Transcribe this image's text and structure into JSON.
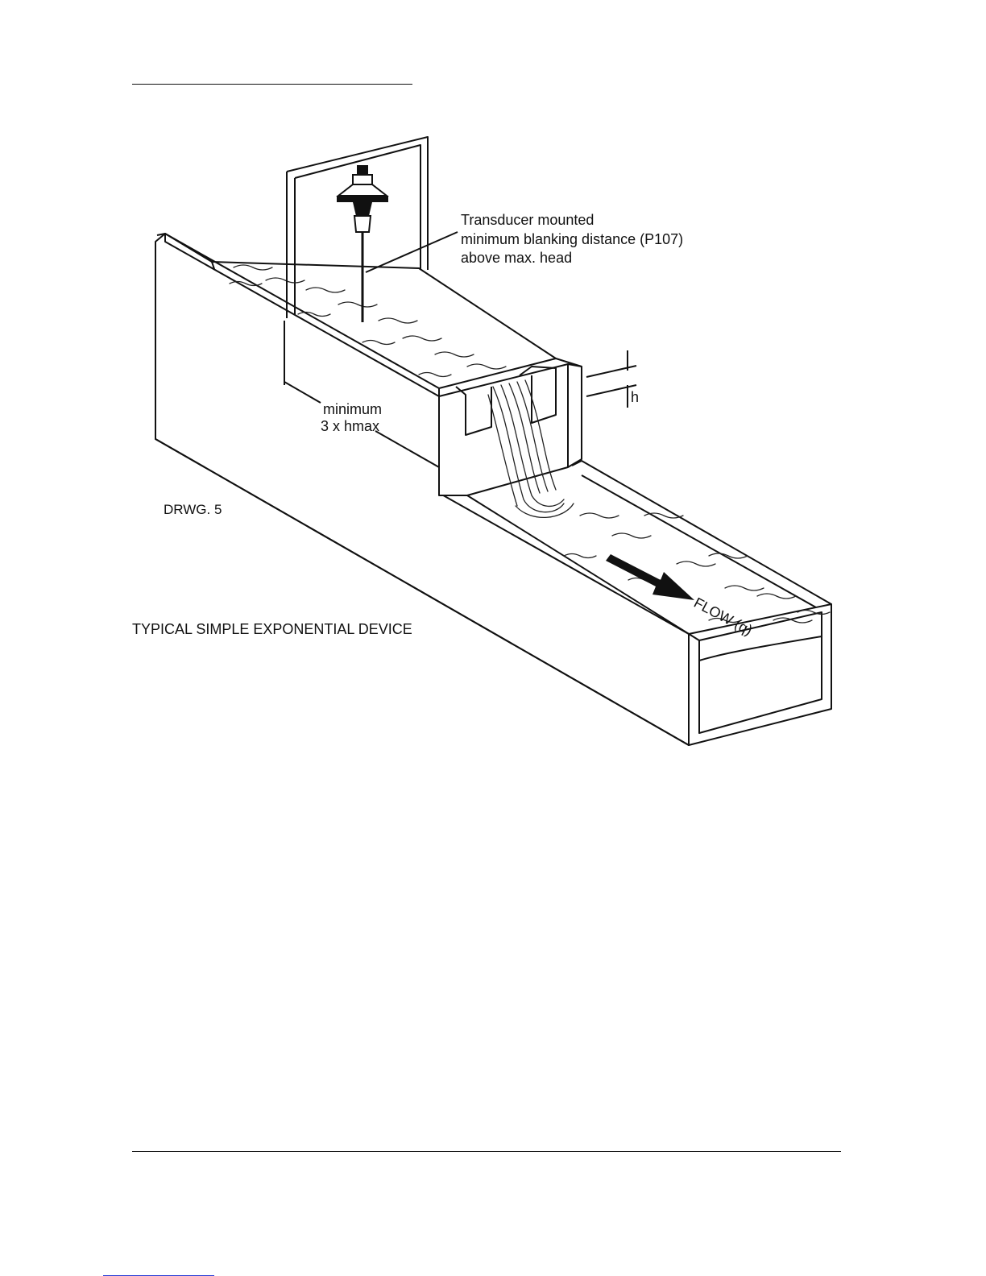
{
  "figure": {
    "transducer_label_lines": [
      "Transducer mounted",
      "minimum blanking distance (P107)",
      "above max. head"
    ],
    "minimum_label_lines": [
      "minimum",
      "3 x hmax"
    ],
    "head_label": "h",
    "drawing_number": "DRWG. 5",
    "flow_label": "FLOW (q)",
    "caption": "TYPICAL SIMPLE EXPONENTIAL DEVICE"
  }
}
